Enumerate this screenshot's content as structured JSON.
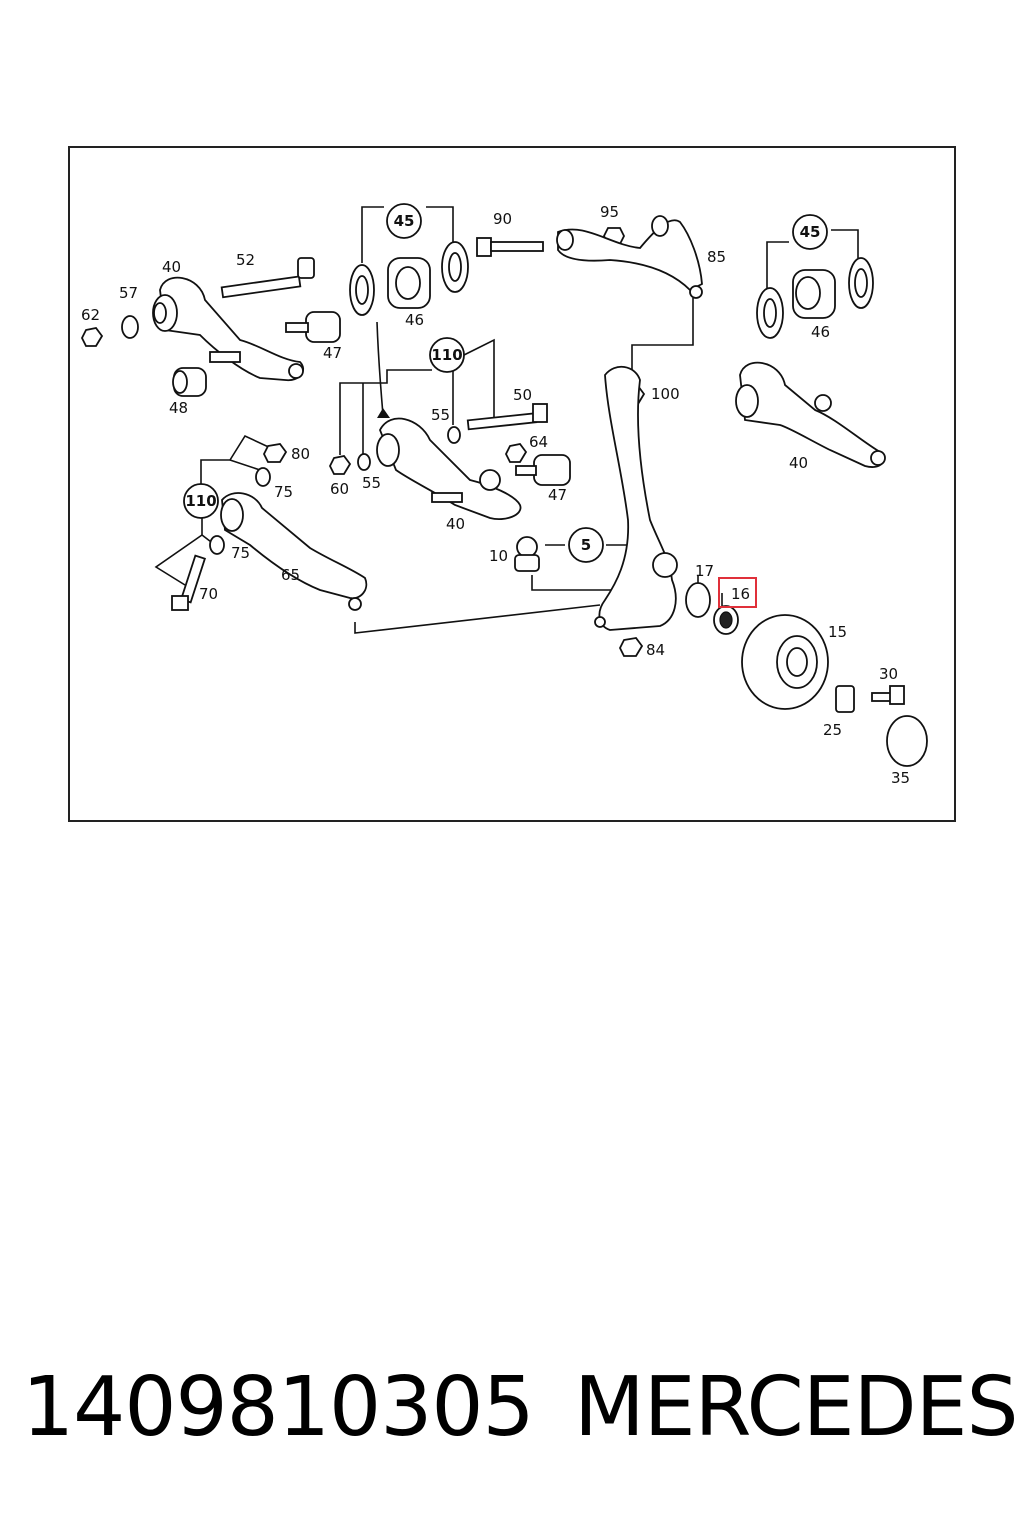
{
  "diagram": {
    "labels": {
      "l45a": "45",
      "l90": "90",
      "l95": "95",
      "l85": "85",
      "l45b": "45",
      "l40a": "40",
      "l52": "52",
      "l57": "57",
      "l62": "62",
      "l46a": "46",
      "l47a": "47",
      "l48": "48",
      "l110a": "110",
      "l50": "50",
      "l55a": "55",
      "l64": "64",
      "l100": "100",
      "l46b": "46",
      "l40b": "40",
      "l60": "60",
      "l55b": "55",
      "l47b": "47",
      "l40c": "40",
      "l80": "80",
      "l75a": "75",
      "l110b": "110",
      "l75b": "75",
      "l65": "65",
      "l70": "70",
      "l10": "10",
      "l5": "5",
      "l17": "17",
      "l16": "16",
      "l15": "15",
      "l84": "84",
      "l30": "30",
      "l25": "25",
      "l35": "35"
    },
    "highlight_color": "#e0303a"
  },
  "footer": {
    "part_number": "1409810305",
    "brand": "MERCEDES"
  }
}
